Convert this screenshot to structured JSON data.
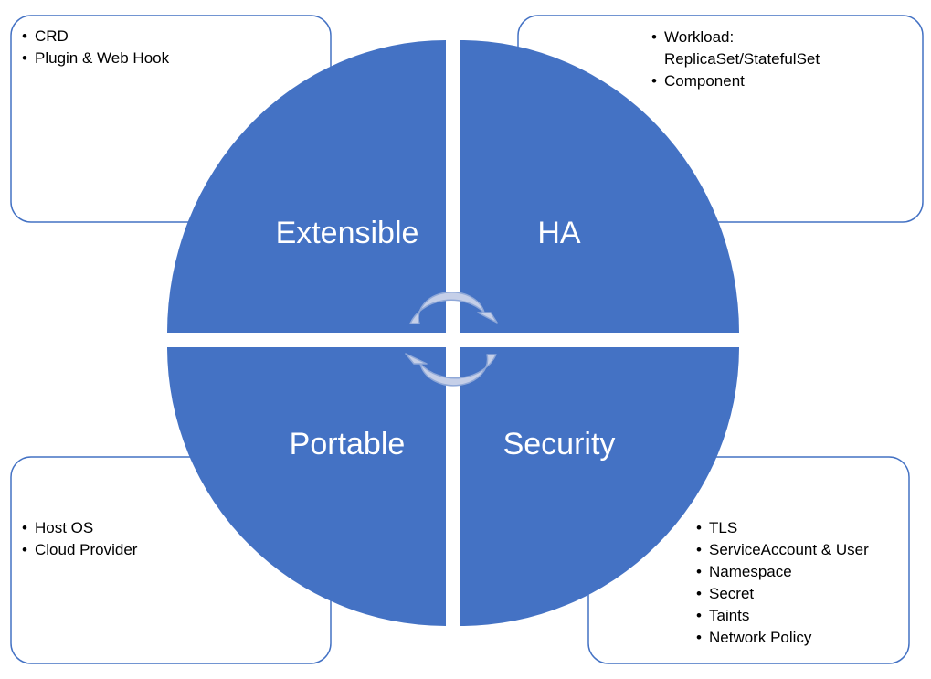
{
  "colors": {
    "quadrant_fill": "#4472C4",
    "box_stroke": "#4472C4",
    "arrow_fill": "#C5CFE8",
    "arrow_stroke": "#8FA8D8",
    "label_text": "#FFFFFF",
    "list_text": "#000000"
  },
  "quadrants": {
    "top_left": {
      "label": "Extensible",
      "items": [
        "CRD",
        "Plugin & Web Hook"
      ]
    },
    "top_right": {
      "label": "HA",
      "items": [
        "Workload: ReplicaSet/StatefulSet",
        "Component"
      ]
    },
    "bottom_left": {
      "label": "Portable",
      "items": [
        "Host OS",
        "Cloud Provider"
      ]
    },
    "bottom_right": {
      "label": "Security",
      "items": [
        "TLS",
        "ServiceAccount & User",
        "Namespace",
        "Secret",
        "Taints",
        "Network Policy"
      ]
    }
  },
  "center_icon": "circular-arrows-icon"
}
